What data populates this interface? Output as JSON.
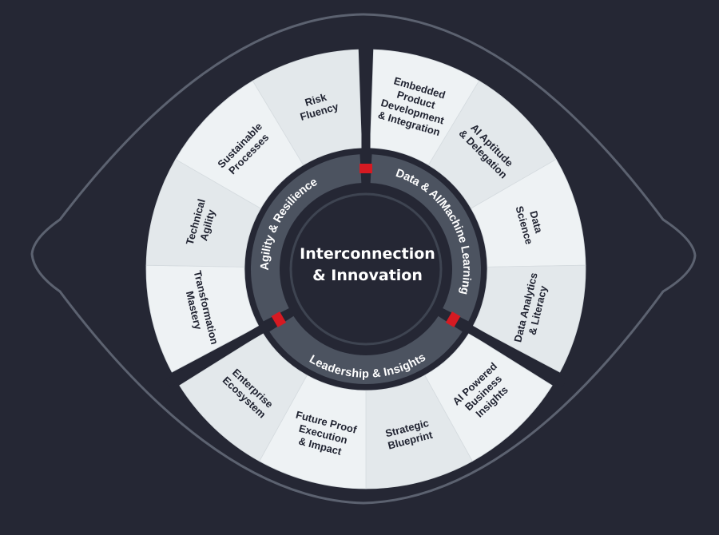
{
  "center": {
    "line1": "Interconnection",
    "line2": "& Innovation"
  },
  "pillars": [
    {
      "key": "data",
      "label": "Data & AI/Machine Learning"
    },
    {
      "key": "leadership",
      "label": "Leadership & Insights"
    },
    {
      "key": "agility",
      "label": "Agility & Resilience"
    }
  ],
  "segments": [
    {
      "pillar": "data",
      "lines": [
        "Embedded",
        "Product",
        "Development",
        "& Integration"
      ]
    },
    {
      "pillar": "data",
      "lines": [
        "AI Aptitude",
        "& Delegation"
      ]
    },
    {
      "pillar": "data",
      "lines": [
        "Data",
        "Science"
      ]
    },
    {
      "pillar": "data",
      "lines": [
        "Data Analytics",
        "& Literacy"
      ]
    },
    {
      "pillar": "leadership",
      "lines": [
        "AI Powered",
        "Business",
        "Insights"
      ]
    },
    {
      "pillar": "leadership",
      "lines": [
        "Strategic",
        "Blueprint"
      ]
    },
    {
      "pillar": "leadership",
      "lines": [
        "Future Proof",
        "Execution",
        "& Impact"
      ]
    },
    {
      "pillar": "leadership",
      "lines": [
        "Enterprise",
        "Ecosystem"
      ]
    },
    {
      "pillar": "agility",
      "lines": [
        "Transformation",
        "Mastery"
      ]
    },
    {
      "pillar": "agility",
      "lines": [
        "Technical",
        "Agility"
      ]
    },
    {
      "pillar": "agility",
      "lines": [
        "Sustainable",
        "Processes"
      ]
    },
    {
      "pillar": "agility",
      "lines": [
        "Risk",
        "Fluency"
      ]
    }
  ],
  "colors": {
    "background": "#252734",
    "segment_light": "#eef2f4",
    "segment_alt": "#e3e8eb",
    "pillar_band": "#4c5360",
    "accent": "#d61a22",
    "eye_outline": "#5c6270",
    "segment_text": "#1f2230"
  }
}
